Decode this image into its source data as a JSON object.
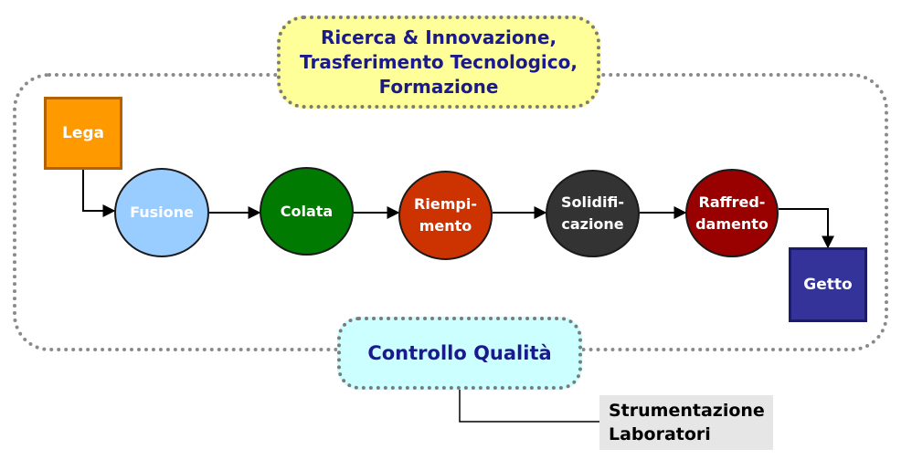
{
  "top_banner": {
    "lines": [
      "Ricerca & Innovazione,",
      "Trasferimento Tecnologico,",
      "Formazione"
    ]
  },
  "input_node": {
    "label": "Lega"
  },
  "process_steps": [
    {
      "lines": [
        "Fusione"
      ],
      "color": "#99ccff"
    },
    {
      "lines": [
        "Colata"
      ],
      "color": "#007a00"
    },
    {
      "lines": [
        "Riempi-",
        "mento"
      ],
      "color": "#cc3300"
    },
    {
      "lines": [
        "Solidifi-",
        "cazione"
      ],
      "color": "#333333"
    },
    {
      "lines": [
        "Raffred-",
        "damento"
      ],
      "color": "#990000"
    }
  ],
  "output_node": {
    "label": "Getto"
  },
  "quality_control": {
    "label": "Controllo Qualità"
  },
  "instrumentation": {
    "lines": [
      "Strumentazione",
      "Laboratori"
    ]
  },
  "colors": {
    "banner_fill": "#ffff99",
    "quality_fill": "#ccffff",
    "input_fill": "#ff9900",
    "output_fill": "#333399",
    "text_accent": "#1a1a8e"
  }
}
